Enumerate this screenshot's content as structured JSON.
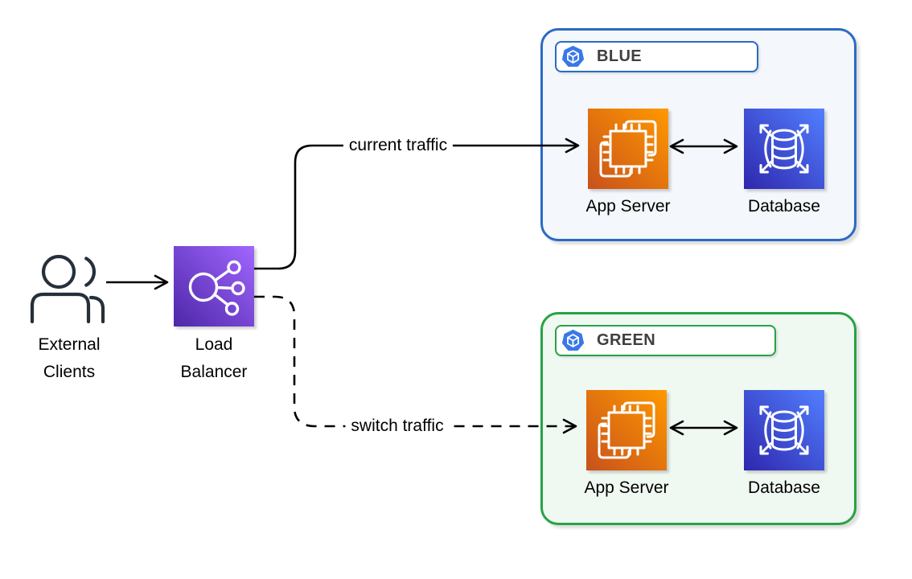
{
  "colors": {
    "background": "#ffffff",
    "edge_stroke": "#000000",
    "blue_border": "#2B6BC3",
    "blue_fill": "#F4F7FB",
    "green_border": "#27A343",
    "green_fill": "#F0F8F2",
    "badge_fill": "#3A78E7",
    "label_text": "#3F3F3F",
    "node_text": "#000000",
    "clients_stroke": "#26303B",
    "ec2_gradient_start": "#C8511B",
    "ec2_gradient_end": "#FF9900",
    "elb_gradient_start": "#4D27A8",
    "elb_gradient_end": "#A166FF",
    "db_gradient_start": "#2E27AD",
    "db_gradient_end": "#527FFF"
  },
  "nodes": {
    "external_clients": {
      "line1": "External",
      "line2": "Clients",
      "icon": "users-icon"
    },
    "load_balancer": {
      "line1": "Load",
      "line2": "Balancer",
      "icon": "load-balancer-icon"
    }
  },
  "groups": {
    "blue": {
      "name": "BLUE",
      "badge_icon": "deployment-unit-icon",
      "nodes": {
        "app_server": {
          "label": "App Server",
          "icon": "app-server-icon"
        },
        "database": {
          "label": "Database",
          "icon": "database-icon"
        }
      }
    },
    "green": {
      "name": "GREEN",
      "badge_icon": "deployment-unit-icon",
      "nodes": {
        "app_server": {
          "label": "App Server",
          "icon": "app-server-icon"
        },
        "database": {
          "label": "Database",
          "icon": "database-icon"
        }
      }
    }
  },
  "edges": {
    "clients_to_load_balancer": {
      "label": "",
      "style": "solid",
      "from": "External Clients",
      "to": "Load Balancer"
    },
    "current_traffic": {
      "label": "current traffic",
      "style": "solid",
      "from": "Load Balancer",
      "to": "BLUE App Server"
    },
    "switch_traffic": {
      "label": "switch traffic",
      "style": "dashed",
      "from": "Load Balancer",
      "to": "GREEN App Server"
    },
    "blue_app_server_database": {
      "label": "",
      "style": "solid",
      "direction": "bidirectional"
    },
    "green_app_server_database": {
      "label": "",
      "style": "solid",
      "direction": "bidirectional"
    }
  }
}
